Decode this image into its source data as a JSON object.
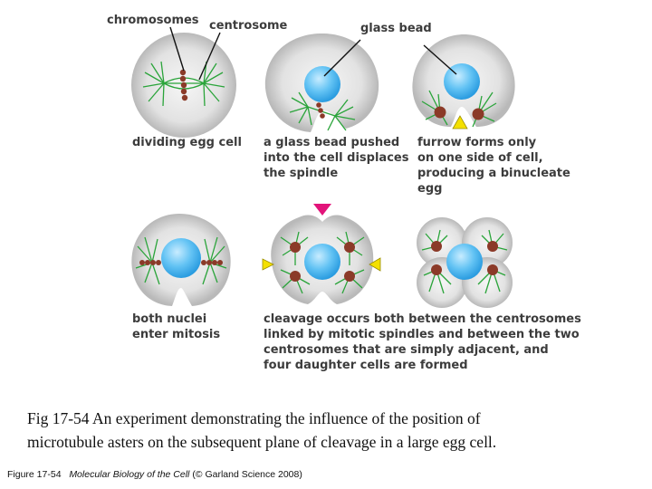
{
  "labels": {
    "chromosomes": "chromosomes",
    "centrosome": "centrosome",
    "glass_bead": "glass bead"
  },
  "captions": {
    "dividing": "dividing egg cell",
    "bead_pushed": "a glass bead pushed\ninto the cell displaces\nthe spindle",
    "furrow": "furrow forms only\non one side of cell,\nproducing a binucleate\negg",
    "mitosis": "both nuclei\nenter mitosis",
    "cleavage": "cleavage occurs both between the centrosomes\nlinked by mitotic spindles and between the two\ncentrosomes that are simply adjacent, and\nfour daughter cells are formed"
  },
  "caption": "Fig 17-54 An experiment demonstrating the influence of the position of\nmicrotubule asters on the subsequent plane of cleavage in a large egg cell.",
  "credit": {
    "prefix": "Figure 17-54",
    "book": "Molecular Biology of the Cell",
    "suffix": "(© Garland Science 2008)"
  },
  "colors": {
    "cell": "#d9d9d9",
    "bead": "#4fb6f0",
    "aster": "#2aa43a",
    "centrosome": "#8b3a28",
    "furrow_arrow": "#f4e000",
    "cleavage_arrow": "#e2147a"
  }
}
